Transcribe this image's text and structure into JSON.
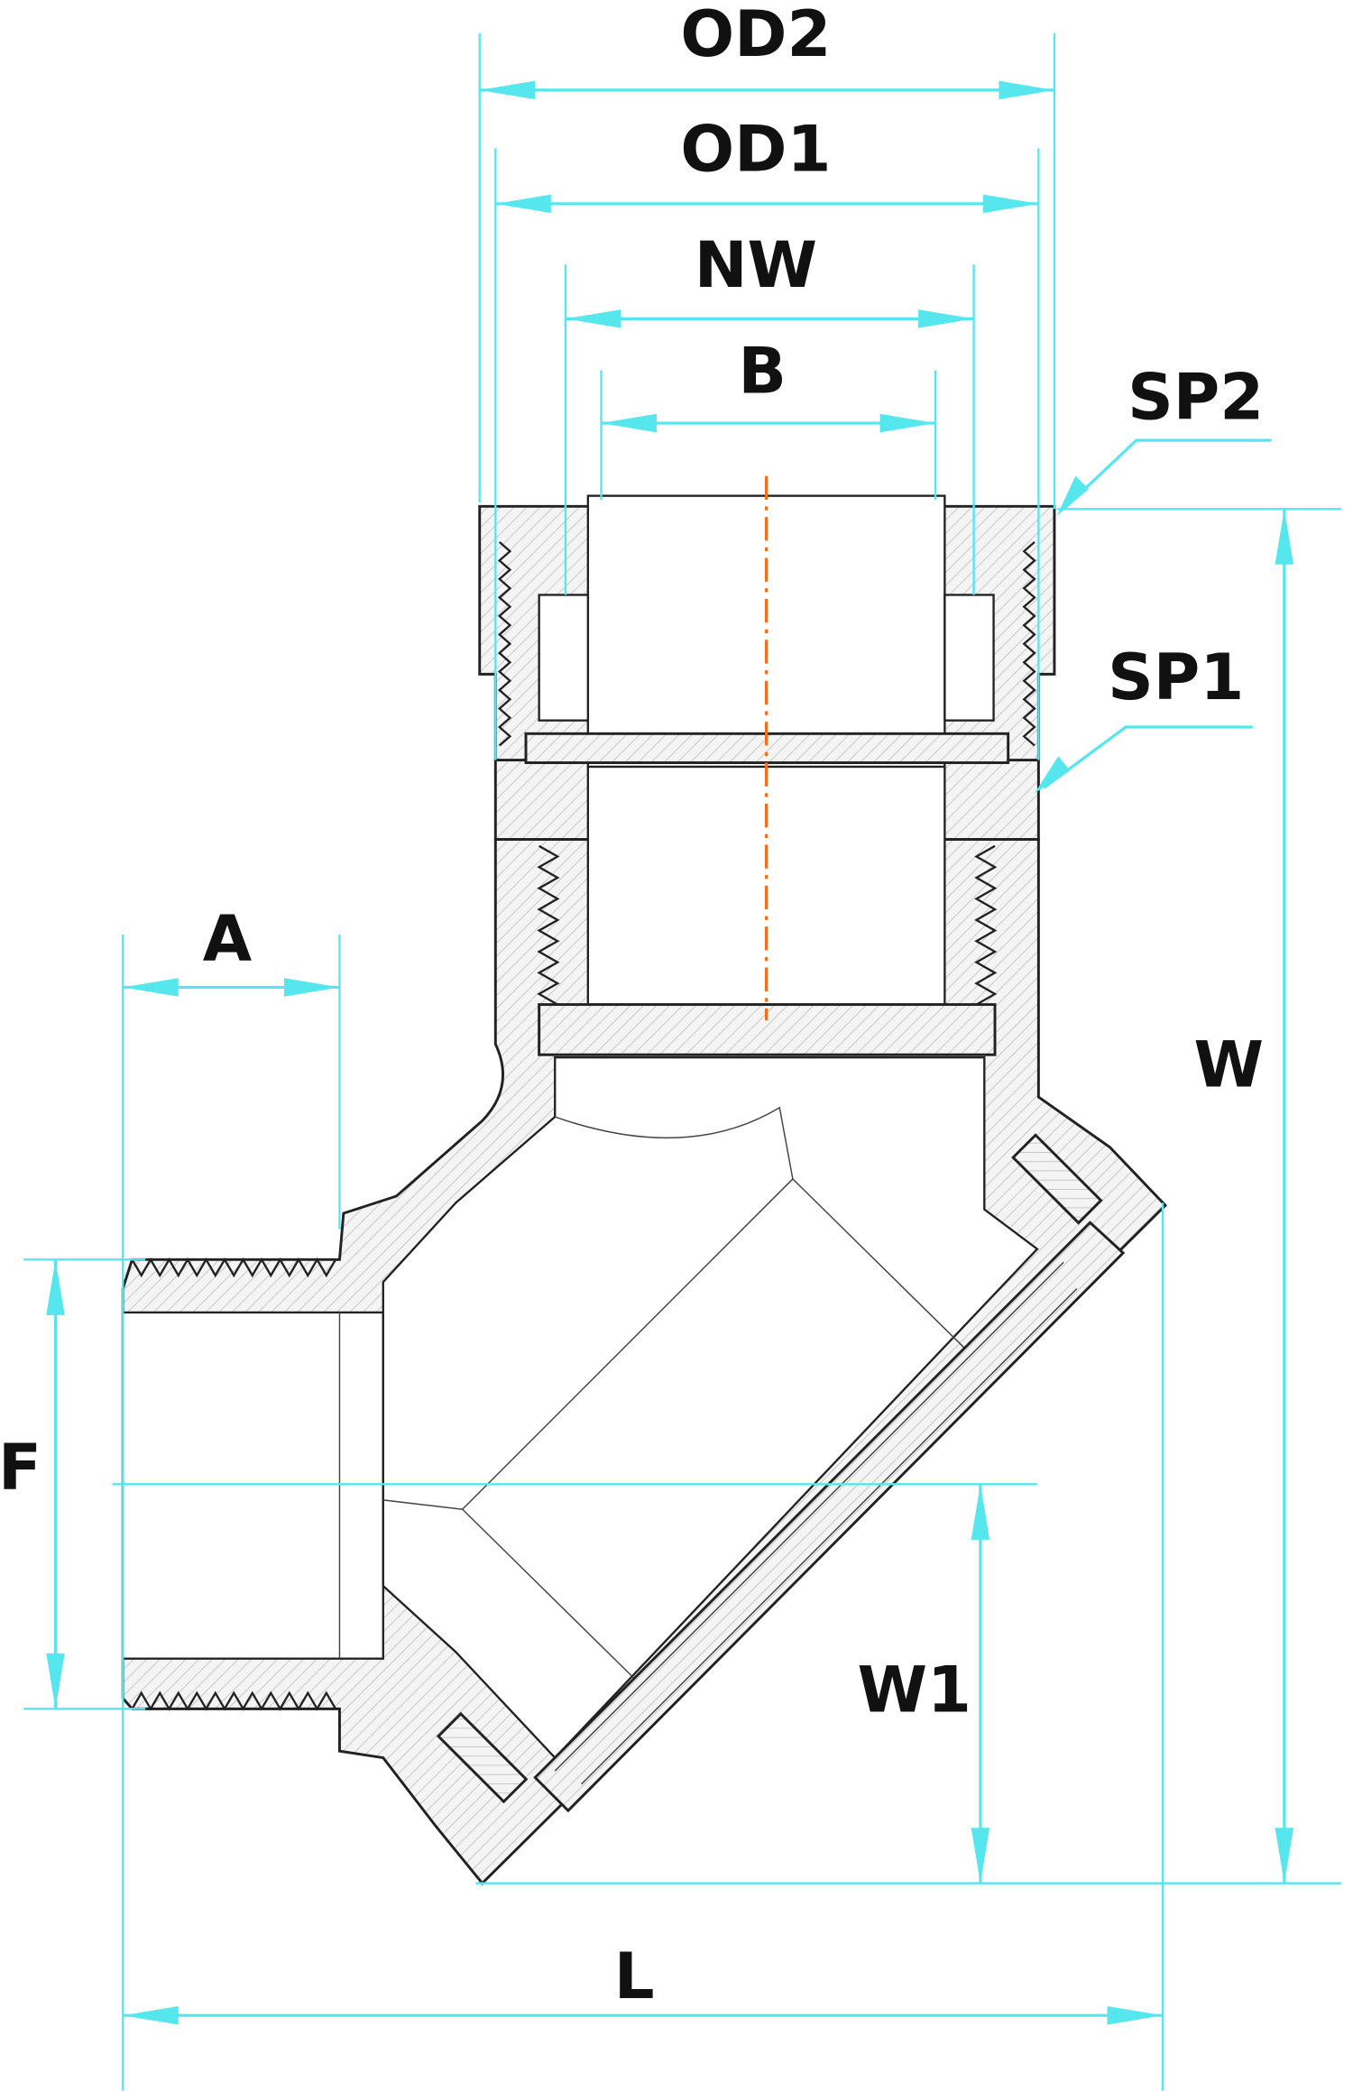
{
  "labels": {
    "od2": "OD2",
    "od1": "OD1",
    "nw": "NW",
    "b": "B",
    "sp2": "SP2",
    "sp1": "SP1",
    "a": "A",
    "w": "W",
    "f": "F",
    "w1": "W1",
    "l": "L"
  },
  "colors": {
    "dimension": "#55e6ee",
    "centerline": "#f07020",
    "outline": "#222222"
  }
}
